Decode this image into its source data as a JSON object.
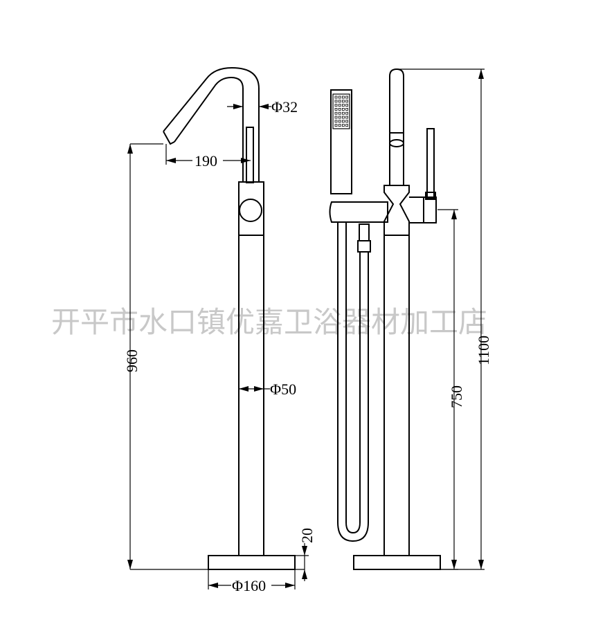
{
  "watermark": "开平市水口镇优嘉卫浴器材加工店",
  "dimensions": {
    "pipe_diameter": "Φ32",
    "spout_reach": "190",
    "spout_height": "960",
    "column_diameter": "Φ50",
    "base_thickness": "20",
    "base_diameter": "Φ160",
    "handle_height": "750",
    "total_height": "1100"
  }
}
